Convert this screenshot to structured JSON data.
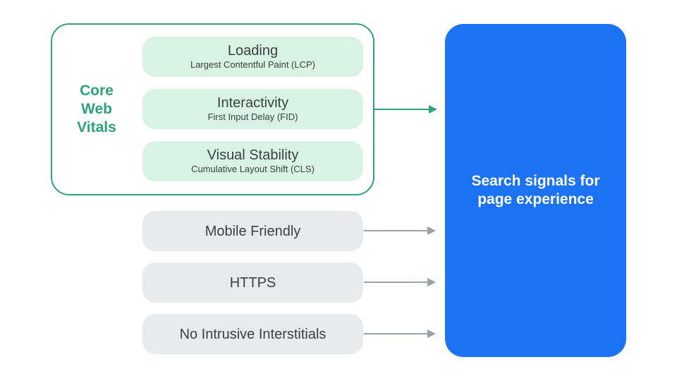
{
  "diagram": {
    "core_web_vitals": {
      "label": "Core Web Vitals",
      "label_lines": [
        "Core",
        "Web",
        "Vitals"
      ],
      "items": [
        {
          "title": "Loading",
          "subtitle": "Largest Contentful Paint (LCP)"
        },
        {
          "title": "Interactivity",
          "subtitle": "First Input Delay (FID)"
        },
        {
          "title": "Visual Stability",
          "subtitle": "Cumulative Layout Shift (CLS)"
        }
      ]
    },
    "other_signals": [
      {
        "title": "Mobile Friendly"
      },
      {
        "title": "HTTPS"
      },
      {
        "title": "No Intrusive Interstitials"
      }
    ],
    "result": {
      "label": "Search signals for page experience"
    },
    "colors": {
      "green": "#2EA27B",
      "green_light": "#D8F2E3",
      "blue": "#1B72F2",
      "gray_box": "#E9EAEC",
      "gray_arrow": "#9AA0A6",
      "text_dark": "#3C4043",
      "white": "#FFFFFF"
    }
  }
}
